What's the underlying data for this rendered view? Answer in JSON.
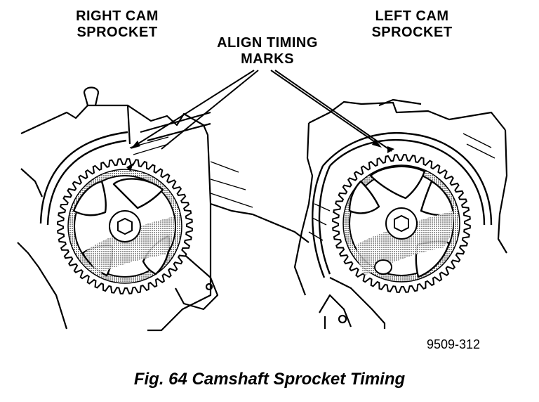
{
  "labels": {
    "right_cam": [
      "RIGHT CAM",
      "SPROCKET"
    ],
    "left_cam": [
      "LEFT CAM",
      "SPROCKET"
    ],
    "align": [
      "ALIGN TIMING",
      "MARKS"
    ]
  },
  "figure_number": "9509-312",
  "caption": "Fig. 64 Camshaft Sprocket Timing",
  "sprockets": {
    "right": {
      "teeth": 48
    },
    "left": {
      "teeth": 48
    }
  },
  "colors": {
    "ink": "#000000",
    "shade": "#9a9a9a",
    "paper": "#ffffff"
  }
}
